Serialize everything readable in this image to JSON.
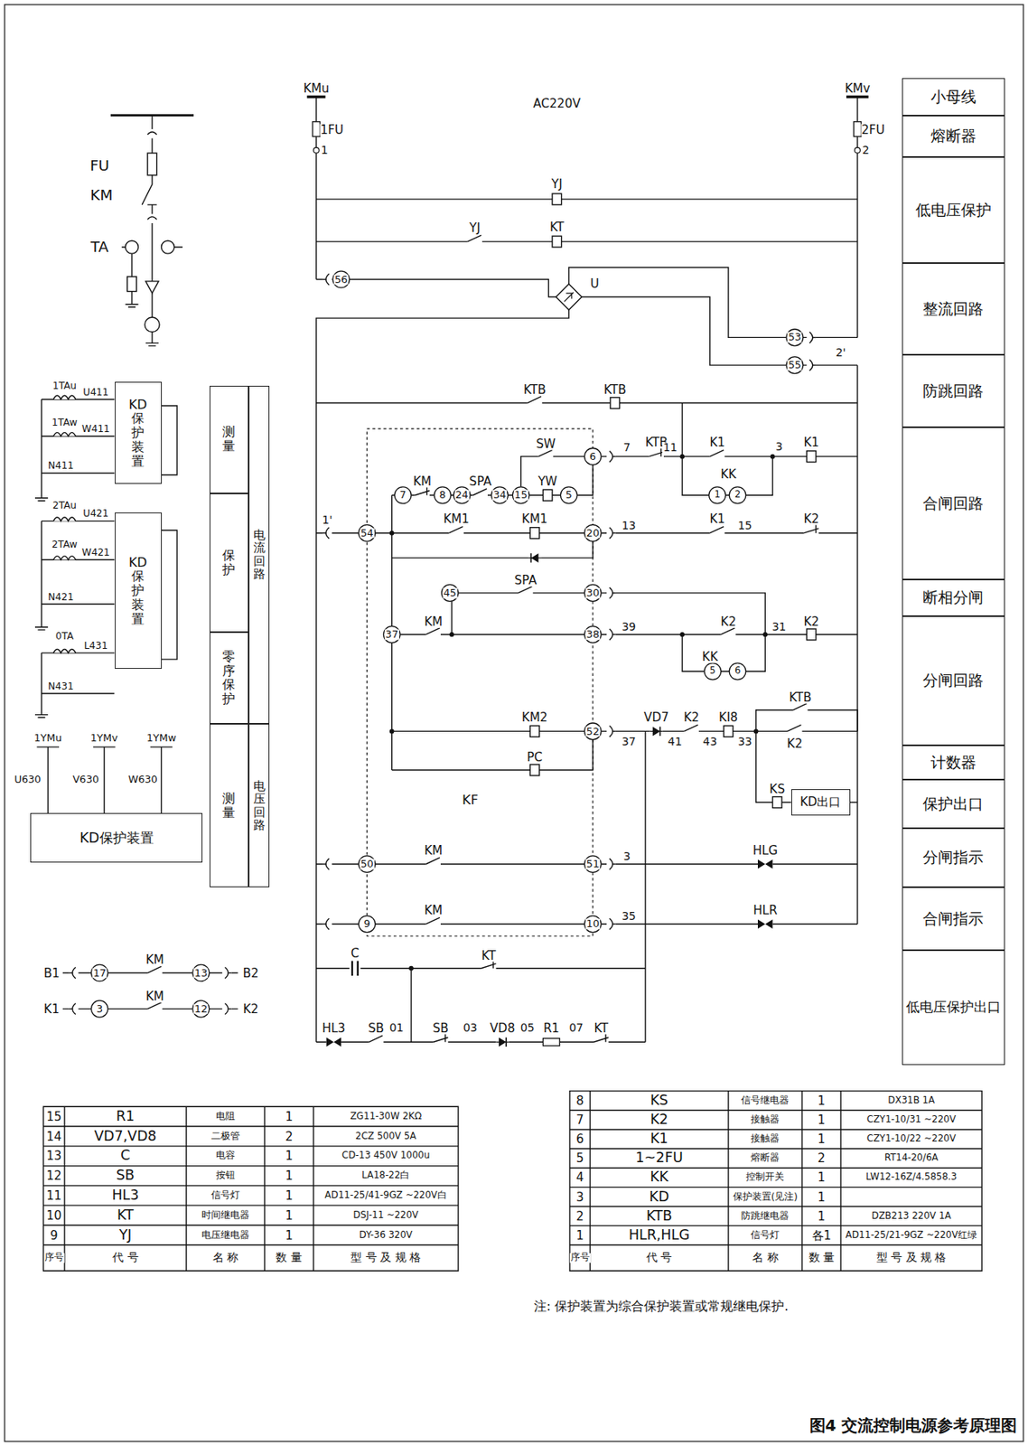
{
  "diagram": {
    "caption": "图4 交流控制电源参考原理图",
    "nodes": [
      {
        "text": [
          "小母线"
        ]
      },
      {
        "text": [
          "熔断器"
        ]
      },
      {
        "text": [
          "低电压保护"
        ]
      },
      {
        "text": [
          "整流回路"
        ]
      },
      {
        "text": [
          "防跳回路"
        ]
      },
      {
        "text": [
          "合闸回路"
        ]
      },
      {
        "text": [
          "断相分闸"
        ]
      },
      {
        "text": [
          "分闸回路"
        ]
      },
      {
        "text": [
          "计数器"
        ]
      },
      {
        "text": [
          "保护出口"
        ]
      },
      {
        "text": [
          "分闸指示"
        ]
      },
      {
        "text": [
          "合闸指示"
        ]
      },
      {
        "text": [
          "低电压保护出口"
        ]
      },
      {
        "text": [
          "测量"
        ]
      },
      {
        "text": [
          "保护"
        ]
      },
      {
        "text": [
          "零序保护"
        ]
      },
      {
        "text": [
          "测量"
        ]
      },
      {
        "text": [
          "电流回路"
        ]
      },
      {
        "text": [
          "电压回路"
        ]
      },
      {
        "text": [
          "KD保护装置"
        ]
      },
      {
        "text": [
          "KD保护装置"
        ]
      },
      {
        "text": [
          "KD保护装置"
        ]
      },
      {
        "text": [
          "KD出口"
        ]
      }
    ],
    "labels": [
      "KMu",
      "AC220V",
      "KMv",
      "1FU",
      "2FU",
      "1",
      "2",
      "YJ",
      "YJ",
      "KT",
      "56",
      "U",
      "53",
      "55",
      "2'",
      "KTB",
      "KTB",
      "SW",
      "6",
      "7",
      "KTB",
      "11",
      "K1",
      "3",
      "K1",
      "KM",
      "7",
      "8",
      "SPA",
      "24",
      "34",
      "15",
      "YW",
      "5",
      "KK",
      "1",
      "2",
      "1'",
      "54",
      "KM1",
      "KM1",
      "20",
      "13",
      "K1",
      "15",
      "K2",
      "45",
      "SPA",
      "30",
      "37",
      "KM",
      "38",
      "39",
      "K2",
      "31",
      "K2",
      "KK",
      "5",
      "6",
      "KM2",
      "52",
      "37",
      "VD7",
      "41",
      "K2",
      "43",
      "KI8",
      "33",
      "KTB",
      "K2",
      "PC",
      "KS",
      "KF",
      "50",
      "KM",
      "51",
      "3",
      "HLG",
      "9",
      "KM",
      "10",
      "35",
      "HLR",
      "C",
      "KT",
      "HL3",
      "SB",
      "01",
      "SB",
      "03",
      "VD8",
      "05",
      "R1",
      "07",
      "KT",
      "FU",
      "KM",
      "TA",
      "1TAu",
      "U411",
      "1TAw",
      "W411",
      "N411",
      "2TAu",
      "U421",
      "2TAw",
      "W421",
      "N421",
      "0TA",
      "L431",
      "N431",
      "1YMu",
      "1YMv",
      "1YMw",
      "U630",
      "V630",
      "W630",
      "B1",
      "17",
      "KM",
      "13",
      "B2",
      "K1",
      "3",
      "KM",
      "12",
      "K2",
      "15",
      "R1",
      "电阻",
      "1",
      "ZG11-30W 2KΩ",
      "14",
      "VD7,VD8",
      "二极管",
      "2",
      "2CZ 500V 5A",
      "13",
      "C",
      "电容",
      "1",
      "CD-13 450V 1000u",
      "12",
      "SB",
      "按钮",
      "1",
      "LA18-22白",
      "11",
      "HL3",
      "信号灯",
      "1",
      "AD11-25/41-9GZ ~220V白",
      "10",
      "KT",
      "时间继电器",
      "1",
      "DSJ-11 ~220V",
      "9",
      "YJ",
      "电压继电器",
      "1",
      "DY-36 320V",
      "序号",
      "代 号",
      "名 称",
      "数 量",
      "型 号 及 规 格",
      "8",
      "KS",
      "信号继电器",
      "1",
      "DX31B 1A",
      "7",
      "K2",
      "接触器",
      "1",
      "CZY1-10/31 ~220V",
      "6",
      "K1",
      "接触器",
      "1",
      "CZY1-10/22 ~220V",
      "5",
      "1~2FU",
      "熔断器",
      "2",
      "RT14-20/6A",
      "4",
      "KK",
      "控制开关",
      "1",
      "LW12-16Z/4.5858.3",
      "3",
      "KD",
      "保护装置(见注)",
      "1",
      "2",
      "KTB",
      "防跳继电器",
      "1",
      "DZB213 220V 1A",
      "1",
      "HLR,HLG",
      "信号灯",
      "各1",
      "AD11-25/21-9GZ ~220V红绿",
      "序号",
      "代 号",
      "名 称",
      "数 量",
      "型 号 及 规 格",
      "注: 保护装置为综合保护装置或常规继电保护."
    ]
  }
}
